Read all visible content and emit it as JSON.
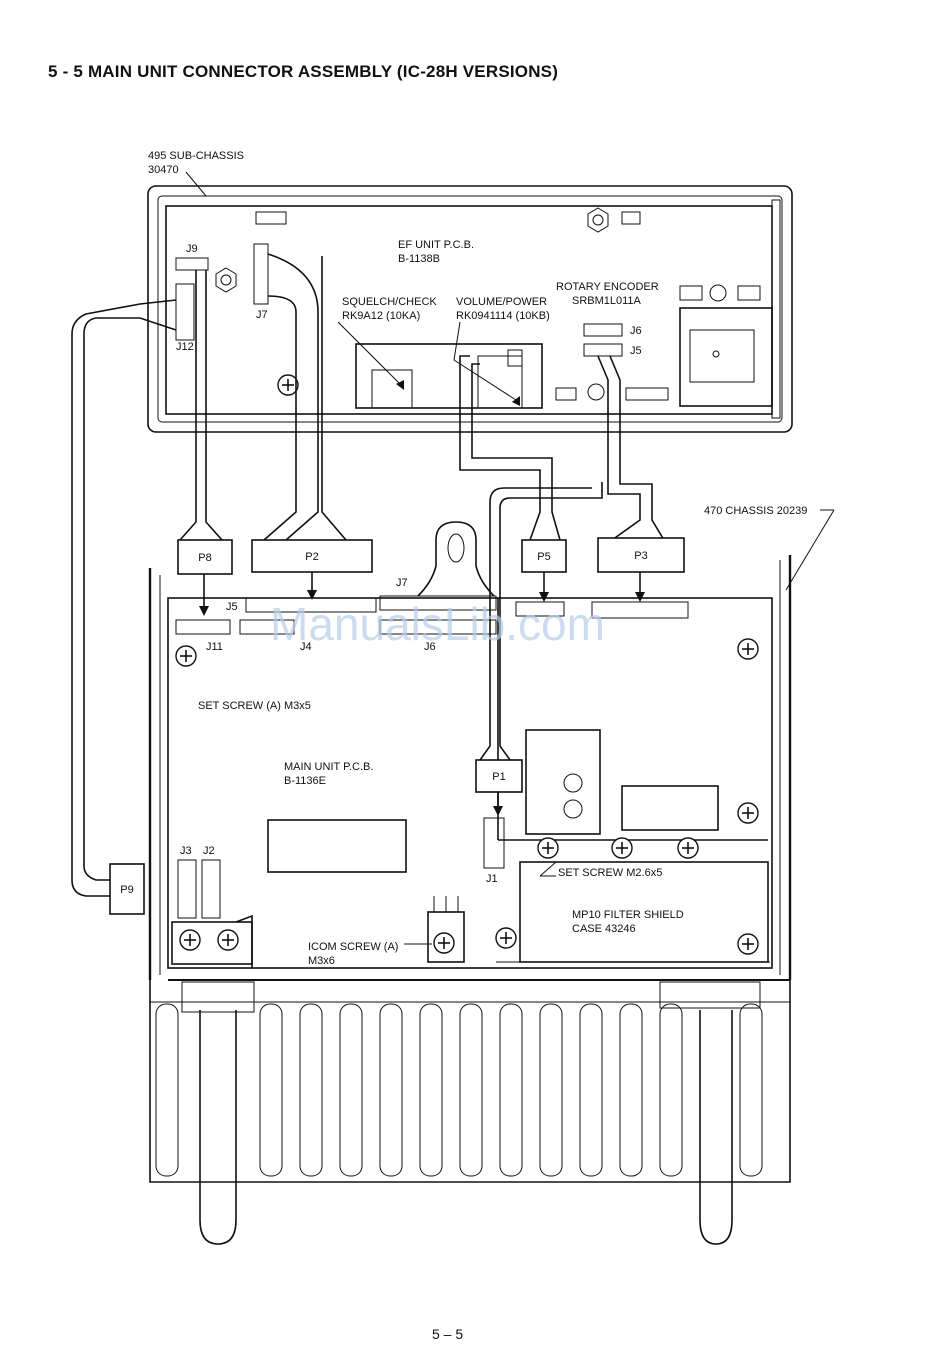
{
  "heading": "5 - 5 MAIN UNIT CONNECTOR ASSEMBLY (IC-28H VERSIONS)",
  "page_number": "5 – 5",
  "watermark": "ManualsLib.com",
  "labels": {
    "sub_chassis": "495 SUB-CHASSIS",
    "sub_chassis_num": "30470",
    "ef_unit": "EF UNIT P.C.B.",
    "ef_unit_num": "B-1138B",
    "rotary_encoder": "ROTARY ENCODER",
    "rotary_encoder_num": "SRBM1L011A",
    "squelch": "SQUELCH/CHECK",
    "squelch_num": "RK9A12 (10KA)",
    "volume": "VOLUME/POWER",
    "volume_num": "RK0941114 (10KB)",
    "chassis_470": "470 CHASSIS 20239",
    "main_unit": "MAIN UNIT P.C.B.",
    "main_unit_num": "B-1136E",
    "set_screw_a": "SET SCREW (A) M3x5",
    "set_screw_m26": "SET SCREW M2.6x5",
    "mp10": "MP10 FILTER SHIELD",
    "mp10_case": "CASE 43246",
    "icom_screw": "ICOM SCREW (A)",
    "icom_screw_size": "M3x6"
  },
  "connectors_ef": {
    "j9": "J9",
    "j7": "J7",
    "j12": "J12",
    "j6": "J6",
    "j5": "J5"
  },
  "connectors_main": {
    "j5": "J5",
    "j7": "J7",
    "j11": "J11",
    "j4": "J4",
    "j6": "J6",
    "j3": "J3",
    "j2": "J2",
    "j1": "J1"
  },
  "plugs": {
    "p8": "P8",
    "p2": "P2",
    "p5": "P5",
    "p3": "P3",
    "p1": "P1",
    "p9": "P9"
  }
}
